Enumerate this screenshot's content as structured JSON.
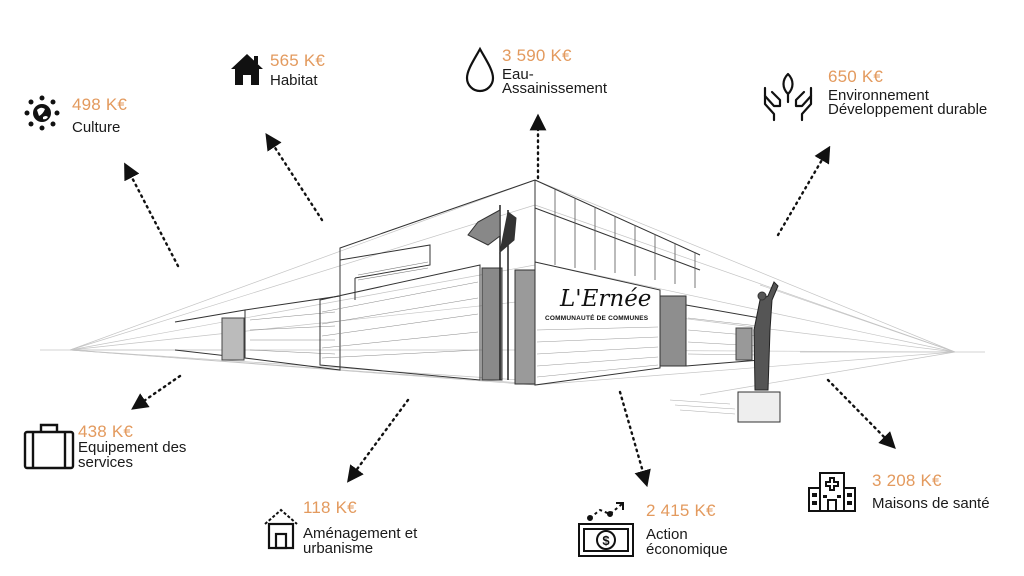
{
  "logo": {
    "title": "L'Ernée",
    "subtitle": "COMMUNAUTÉ DE COMMUNES"
  },
  "categories": [
    {
      "id": "culture",
      "amount": "498 K€",
      "label": "Culture",
      "icon": "globe-people-icon"
    },
    {
      "id": "habitat",
      "amount": "565 K€",
      "label": "Habitat",
      "icon": "house-icon"
    },
    {
      "id": "eau",
      "amount": "3 590 K€",
      "label_line1": "Eau-",
      "label_line2": "Assainissement",
      "icon": "water-drop-icon"
    },
    {
      "id": "environnement",
      "amount": "650 K€",
      "label_line1": "Environnement",
      "label_line2": "Développement durable",
      "icon": "hands-leaf-icon"
    },
    {
      "id": "equipement",
      "amount": "438 K€",
      "label_line1": "Equipement des",
      "label_line2": "services",
      "icon": "suitcase-icon"
    },
    {
      "id": "amenagement",
      "amount": "118 K€",
      "label_line1": "Aménagement et",
      "label_line2": "urbanisme",
      "icon": "house-outline-icon"
    },
    {
      "id": "action",
      "amount": "2 415 K€",
      "label_line1": "Action",
      "label_line2": "économique",
      "icon": "banknote-growth-icon"
    },
    {
      "id": "sante",
      "amount": "3 208 K€",
      "label": "Maisons de santé",
      "icon": "hospital-icon"
    }
  ],
  "colors": {
    "amount": "#E39A5E",
    "ink": "#1a1a1a",
    "sketch": "#444444"
  }
}
